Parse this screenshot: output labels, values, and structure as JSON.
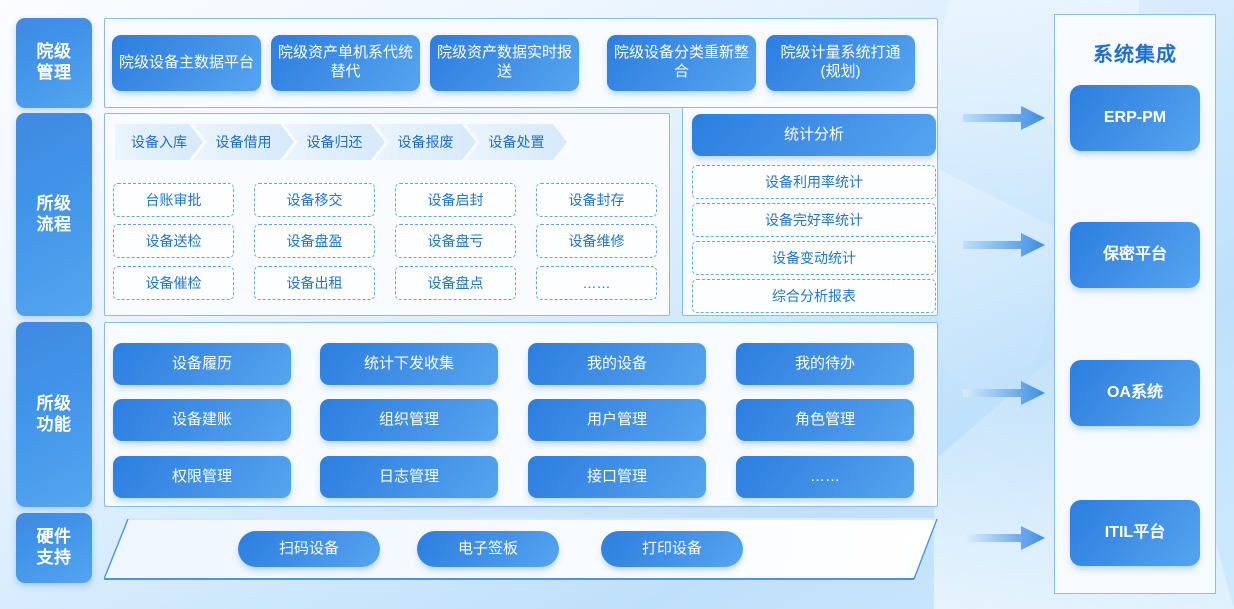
{
  "categories": [
    {
      "key": "hospital-management",
      "label": "院级管理",
      "lines": [
        "院级",
        "管理"
      ]
    },
    {
      "key": "institute-process",
      "label": "所级流程",
      "lines": [
        "所级",
        "流程"
      ]
    },
    {
      "key": "institute-function",
      "label": "所级功能",
      "lines": [
        "所级",
        "功能"
      ]
    },
    {
      "key": "hardware-support",
      "label": "硬件支持",
      "lines": [
        "硬件",
        "支持"
      ]
    }
  ],
  "hospital_management": {
    "items": [
      "院级设备主数据平台",
      "院级资产单机系代统替代",
      "院级资产数据实时报送",
      "院级设备分类重新整合",
      "院级计量系统打通(规划)"
    ]
  },
  "institute_process": {
    "flow": [
      "设备入库",
      "设备借用",
      "设备归还",
      "设备报废",
      "设备处置"
    ],
    "tasks": [
      "台账审批",
      "设备移交",
      "设备启封",
      "设备封存",
      "设备送检",
      "设备盘盈",
      "设备盘亏",
      "设备维修",
      "设备催检",
      "设备出租",
      "设备盘点",
      "……"
    ],
    "statistics": {
      "header": "统计分析",
      "items": [
        "设备利用率统计",
        "设备完好率统计",
        "设备变动统计",
        "综合分析报表"
      ]
    }
  },
  "institute_function": {
    "items": [
      "设备履历",
      "统计下发收集",
      "我的设备",
      "我的待办",
      "设备建账",
      "组织管理",
      "用户管理",
      "角色管理",
      "权限管理",
      "日志管理",
      "接口管理",
      "……"
    ]
  },
  "hardware_support": {
    "items": [
      "扫码设备",
      "电子签板",
      "打印设备"
    ]
  },
  "system_integration": {
    "title": "系统集成",
    "items": [
      "ERP-PM",
      "保密平台",
      "OA系统",
      "ITIL平台"
    ],
    "arrows": [
      "arrow-right-icon",
      "arrow-right-icon",
      "arrow-right-icon",
      "arrow-right-icon"
    ]
  },
  "colors": {
    "accent": "#3d8ce5",
    "accent_dark": "#2b7fe0",
    "accent_light": "#55a5ef",
    "panel_border": "#8cbdea",
    "panel_bg": "#f8fbff",
    "dashed_border": "#63a6e6",
    "dashed_text": "#2276cb",
    "chevron_text": "#1d6fc4",
    "title_text": "#1f6fd0",
    "background_from": "#fbfdff",
    "background_to": "#bfe0fb"
  }
}
